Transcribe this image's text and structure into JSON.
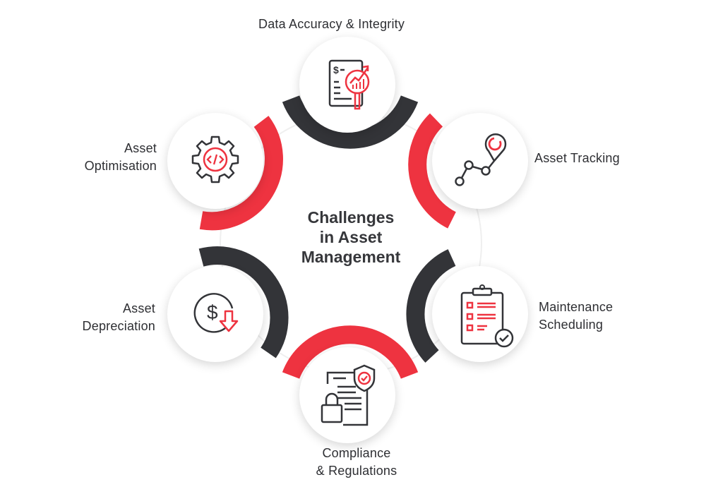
{
  "diagram": {
    "title_lines": [
      "Challenges",
      "in Asset",
      "Management"
    ],
    "colors": {
      "red": "#ee3340",
      "dark": "#333438",
      "text": "#2e2f33",
      "ring": "#eeeeee"
    },
    "nodes": [
      {
        "id": "data-accuracy",
        "label_lines": [
          "Data Accuracy & Integrity"
        ],
        "icon": "document-magnifier-chart-icon",
        "arc_color": "dark"
      },
      {
        "id": "asset-tracking",
        "label_lines": [
          "Asset Tracking"
        ],
        "icon": "location-route-icon",
        "arc_color": "red"
      },
      {
        "id": "maintenance-scheduling",
        "label_lines": [
          "Maintenance",
          "Scheduling"
        ],
        "icon": "clipboard-checklist-icon",
        "arc_color": "dark"
      },
      {
        "id": "compliance",
        "label_lines": [
          "Compliance",
          "& Regulations"
        ],
        "icon": "document-lock-shield-icon",
        "arc_color": "red"
      },
      {
        "id": "asset-depreciation",
        "label_lines": [
          "Asset",
          "Depreciation"
        ],
        "icon": "dollar-down-arrow-icon",
        "arc_color": "dark"
      },
      {
        "id": "asset-optimisation",
        "label_lines": [
          "Asset",
          "Optimisation"
        ],
        "icon": "gear-code-icon",
        "arc_color": "red"
      }
    ]
  }
}
